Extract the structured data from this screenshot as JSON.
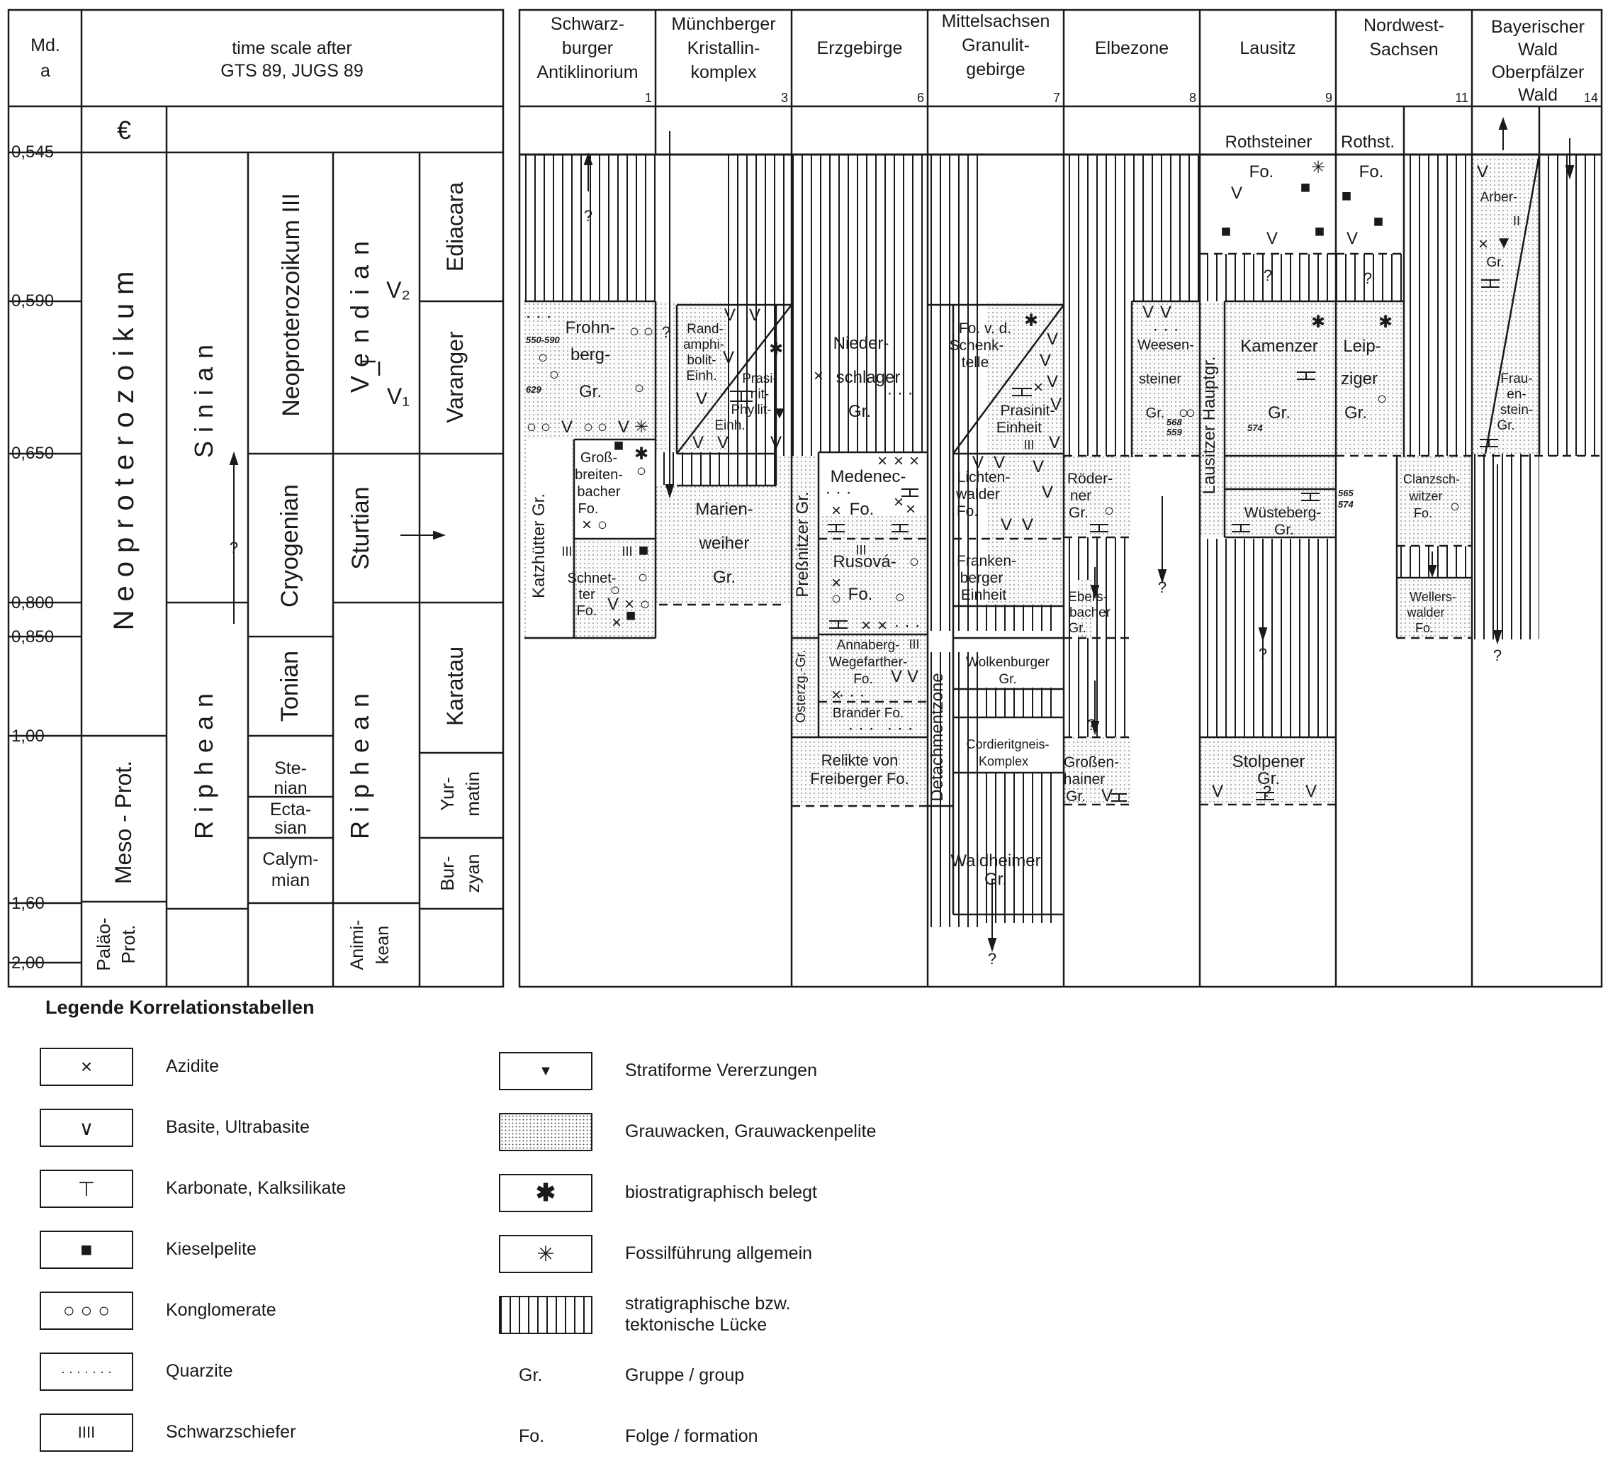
{
  "header": {
    "age_label_1": "Md.",
    "age_label_2": "a",
    "timescale_1": "time scale after",
    "timescale_2": "GTS 89, JUGS 89"
  },
  "age_ticks": [
    "0,545",
    "0,590",
    "0,650",
    "0,800",
    "0,850",
    "1,00",
    "1,60",
    "2,00"
  ],
  "timescale": {
    "cambrian": "€",
    "neoproterozoikum": "Neoproterozoikum",
    "meso_prot": "Meso - Prot.",
    "palaeo_prot_1": "Paläo-",
    "palaeo_prot_2": "Prot.",
    "sinian": "Sinian",
    "riphean_a": "Riphean",
    "neoproterozoikum_iii": "Neoproterozoikum III",
    "cryogenian": "Cryogenian",
    "tonian": "Tonian",
    "stenian_1": "Ste-",
    "stenian_2": "nian",
    "ectasian_1": "Ecta-",
    "ectasian_2": "sian",
    "calymmian_1": "Calym-",
    "calymmian_2": "mian",
    "vendian": "Vendian",
    "v2": "V₂",
    "v1": "V₁",
    "sturtian": "Sturtian",
    "riphean_b": "Riphean",
    "animikean_1": "Animi-",
    "animikean_2": "kean",
    "ediacara": "Ediacara",
    "varanger": "Varanger",
    "karatau": "Karatau",
    "yurmatin_1": "Yur-",
    "yurmatin_2": "matin",
    "burzyan_1": "Bur-",
    "burzyan_2": "zyan",
    "question": "?"
  },
  "regions": [
    {
      "l1": "Schwarz-",
      "l2": "burger",
      "l3": "Antiklinorium",
      "num": "1"
    },
    {
      "l1": "Münchberger",
      "l2": "Kristallin-",
      "l3": "komplex",
      "num": "3"
    },
    {
      "l1": "Erzgebirge",
      "l2": "",
      "l3": "",
      "num": "6"
    },
    {
      "l1": "Mittelsachsen",
      "l2": "Granulit-",
      "l3": "gebirge",
      "num": "7"
    },
    {
      "l1": "Elbezone",
      "l2": "",
      "l3": "",
      "num": "8"
    },
    {
      "l1": "Lausitz",
      "l2": "",
      "l3": "",
      "num": "9"
    },
    {
      "l1": "Nordwest-",
      "l2": "Sachsen",
      "l3": "",
      "num": "11"
    },
    {
      "l1": "Bayerischer",
      "l2": "Wald",
      "l3": "Oberpfälzer",
      "l4": "Wald",
      "num": "14"
    }
  ],
  "units": {
    "frohnberg": [
      "Frohn-",
      "berg-",
      "Gr."
    ],
    "katzhuetter": "Katzhütter Gr.",
    "grossbreitenbacher": [
      "Groß-",
      "breiten-",
      "bacher",
      "Fo."
    ],
    "schnetter": [
      "Schnet-",
      "ter",
      "Fo."
    ],
    "randamphibolit": [
      "Rand-",
      "amphi-",
      "bolit-",
      "Einh."
    ],
    "prasinit_phyllit": [
      "Prasi-",
      "nit-",
      "Phyllit-",
      "Einh."
    ],
    "marienweiher": [
      "Marien-",
      "weiher",
      "Gr."
    ],
    "niederschlager": [
      "Nieder-",
      "schlager",
      "Gr."
    ],
    "pressnitzer": "Preßnitzer Gr.",
    "medenec": [
      "Medenec-",
      "Fo."
    ],
    "rusova": [
      "Rusová-",
      "Fo."
    ],
    "osterzg": "Osterzg.-Gr.",
    "annaberg": [
      "Annaberg-",
      "Wegefarther-",
      "Fo."
    ],
    "brander": "Brander Fo.",
    "relikte": [
      "Relikte von",
      "Freiberger Fo."
    ],
    "fo_schenk": [
      "Fo. v. d.",
      "Schenk-",
      "telle"
    ],
    "prasinit_einheit": [
      "Prasinit-",
      "Einheit"
    ],
    "lichtenwalder": [
      "Lichten-",
      "walder",
      "Fo."
    ],
    "frankenberger": [
      "Franken-",
      "berger",
      "Einheit"
    ],
    "wolkenburger": [
      "Wolkenburger",
      "Gr."
    ],
    "cordieritgneis": [
      "Cordieritgneis-",
      "Komplex"
    ],
    "detachmentzone": "Detachmentzone",
    "waldheimer": [
      "Waldheimer",
      "Gr."
    ],
    "weesensteiner": [
      "Weesen-",
      "steiner",
      "Gr."
    ],
    "roederner": [
      "Röder-",
      "ner",
      "Gr."
    ],
    "ebersbacher": [
      "Ebers-",
      "bacher",
      "Gr."
    ],
    "grossenhainer": [
      "Großen-",
      "hainer",
      "Gr."
    ],
    "rothsteiner": [
      "Rothsteiner",
      "Fo."
    ],
    "lausitzer": "Lausitzer Hauptgr.",
    "kamenzer": [
      "Kamenzer",
      "Gr."
    ],
    "wuesteberg": [
      "Wüsteberg-",
      "Gr."
    ],
    "stolpener": [
      "Stolpener",
      "Gr."
    ],
    "rothst": [
      "Rothst.",
      "Fo."
    ],
    "leipziger": [
      "Leip-",
      "ziger",
      "Gr."
    ],
    "clanzschwitzer": [
      "Clanzsch-",
      "witzer",
      "Fo."
    ],
    "wellerswalder": [
      "Wellers-",
      "walder",
      "Fo."
    ],
    "arber": [
      "Arber-",
      "Gr."
    ],
    "frauenstein": [
      "Frau-",
      "en-",
      "stein-",
      "Gr."
    ]
  },
  "annotations": {
    "a550": "550-590",
    "a629": "629",
    "a568": "568",
    "a559": "559",
    "a574": "574",
    "a565": "565",
    "a574b": "574"
  },
  "symbols": {
    "question": "?",
    "x": "×",
    "v": "V",
    "iii": "III",
    "ii": "II",
    "square": "■",
    "triangle": "▼",
    "asterisk_bold": "✱",
    "asterisk_thin": "✳",
    "circle": "○",
    "dots": "· · ·"
  },
  "legend": {
    "title": "Legende Korrelationstabellen",
    "items": [
      {
        "symbol": "×",
        "label": "Azidite"
      },
      {
        "symbol": "∨",
        "label": "Basite, Ultrabasite"
      },
      {
        "symbol": "⊤",
        "label": "Karbonate, Kalksilikate"
      },
      {
        "symbol": "■",
        "label": "Kieselpelite"
      },
      {
        "symbol": "○ ○ ○",
        "label": "Konglomerate"
      },
      {
        "symbol": "· · · · · · ·",
        "label": "Quarzite"
      },
      {
        "symbol": "IIII",
        "label": "Schwarzschiefer"
      },
      {
        "symbol": "▼",
        "label": "Stratiforme Vererzungen"
      },
      {
        "symbol": "",
        "label": "Grauwacken, Grauwackenpelite"
      },
      {
        "symbol": "✱",
        "label": "biostratigraphisch belegt"
      },
      {
        "symbol": "✳",
        "label": "Fossilführung allgemein"
      },
      {
        "symbol": "",
        "label_1": "stratigraphische bzw.",
        "label_2": "tektonische Lücke"
      }
    ],
    "abbrev": [
      {
        "abbr": "Gr.",
        "label": "Gruppe / group"
      },
      {
        "abbr": "Fo.",
        "label": "Folge / formation"
      }
    ]
  },
  "colors": {
    "ink": "#1a1a1a",
    "paper": "#ffffff",
    "stipple": "#6a6a6a"
  }
}
